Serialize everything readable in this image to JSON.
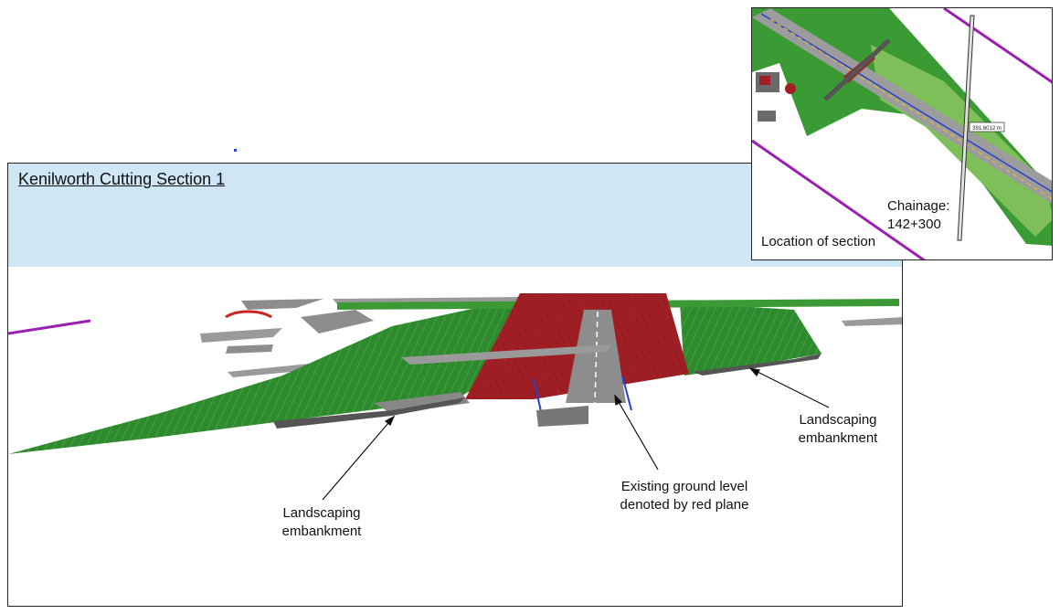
{
  "main_view": {
    "title": "Kenilworth Cutting Section 1"
  },
  "annotations": {
    "left_embankment": [
      "Landscaping",
      "embankment"
    ],
    "right_embankment": [
      "Landscaping",
      "embankment"
    ],
    "ground_level": [
      "Existing ground level",
      "denoted by red plane"
    ]
  },
  "inset": {
    "chainage_label": "Chainage:",
    "chainage_value": "142+300",
    "location_caption": "Location of section",
    "measure_tag": "391.6012 m"
  },
  "colors": {
    "sky": "#cfe6f5",
    "embankment_green": "#2f8a2f",
    "ground_red": "#a01f25",
    "road_grey": "#8d8d8d",
    "boundary_purple": "#9b1fb0"
  }
}
